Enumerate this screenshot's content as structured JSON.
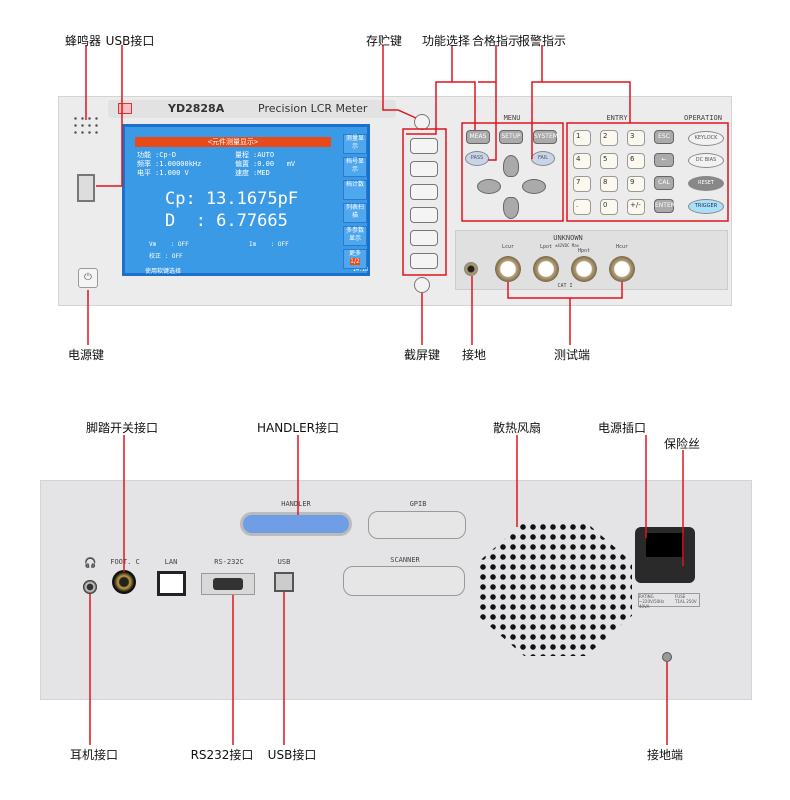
{
  "front_callouts": {
    "buzzer": "蜂鸣器",
    "usb_port": "USB接口",
    "save_key": "存贮键",
    "function_select": "功能选择",
    "pass_indicator": "合格指示",
    "alarm_indicator": "报警指示",
    "power_key": "电源键",
    "screenshot_key": "截屏键",
    "ground": "接地",
    "test_terminals": "测试端"
  },
  "rear_callouts": {
    "foot_switch": "脚踏开关接口",
    "handler": "HANDLER接口",
    "cooling_fan": "散热风扇",
    "power_socket": "电源插口",
    "fuse": "保险丝",
    "headphone": "耳机接口",
    "rs232": "RS232接口",
    "usb": "USB接口",
    "ground_terminal": "接地端"
  },
  "front": {
    "model": "YD2828A",
    "product": "Precision LCR Meter",
    "screen": {
      "title": "<元件测量显示>",
      "rows": [
        [
          "功能",
          ":Cp-D",
          "量程",
          ":AUTO"
        ],
        [
          "频率",
          ":1.00000kHz",
          "偏置",
          ":0.00   mV"
        ],
        [
          "电平",
          ":1.000 V",
          "速度",
          ":MED"
        ]
      ],
      "primary": "Cp: 13.1675pF",
      "secondary": "D  : 6.77665",
      "vm": "Vm    : OFF",
      "im": "Im    : OFF",
      "corr": "校正 : OFF",
      "hint": "使用软键选择",
      "time": "14:18",
      "softkeys": [
        "测量显示",
        "档号显示",
        "档计数",
        "列表扫描",
        "多参数显示",
        "更多"
      ],
      "more_page": "1/2"
    },
    "sections": {
      "menu": "MENU",
      "entry": "ENTRY",
      "operation": "OPERATION"
    },
    "menu_keys": [
      "MEAS",
      "SETUP",
      "SYSTEM"
    ],
    "pass": "PASS",
    "fail": "FAIL",
    "entry_keys": [
      "1",
      "2",
      "3",
      "ESC",
      "4",
      "5",
      "6",
      "←",
      "7",
      "8",
      "9",
      "CAL",
      ".",
      "0",
      "+/-",
      "ENTER"
    ],
    "op_keys": [
      "KEYLOCK",
      "DC BIAS",
      "RESET",
      "TRIGGER"
    ],
    "unknown": "UNKNOWN",
    "terminals": [
      "Lcur",
      "Lpot",
      "Hpot",
      "Hcur"
    ],
    "warning": "±42VDC Max",
    "cat": "CAT I"
  },
  "rear": {
    "handler": "HANDLER",
    "gpib": "GPIB",
    "scanner": "SCANNER",
    "foot": "FOOT. C",
    "lan": "LAN",
    "rs232": "RS-232C",
    "usb": "USB",
    "rating": "RATING",
    "fuse": "FUSE",
    "rating_val": "~220V/50Hz 40VA",
    "fuse_val": "T1AL 250V"
  },
  "colors": {
    "callout": "#e0141e",
    "screen": "#3b9ae6",
    "panel": "#ececec"
  }
}
